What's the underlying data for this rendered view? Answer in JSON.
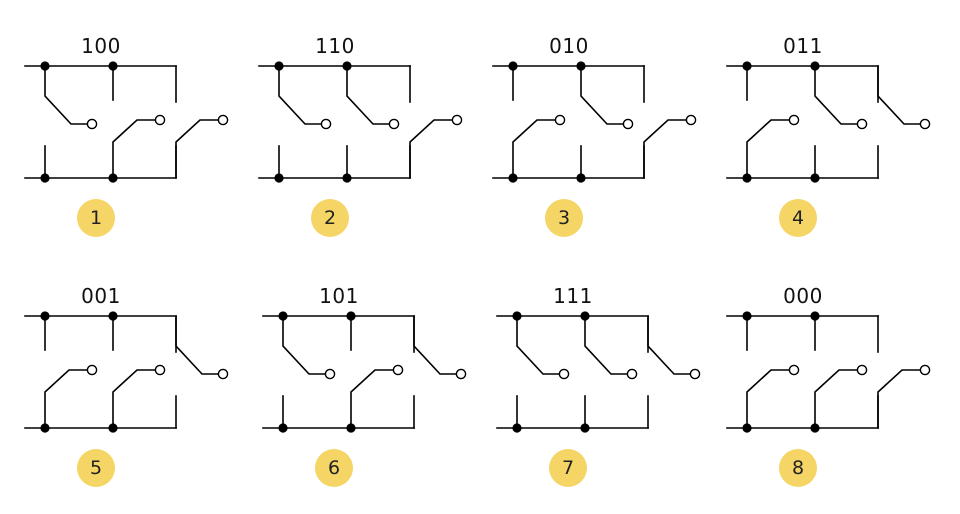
{
  "colors": {
    "line": "#000000",
    "badge_fill": "#f5d565",
    "text": "#111111"
  },
  "diagrams": [
    {
      "code": "100",
      "number": "1",
      "switches": [
        1,
        0,
        0
      ]
    },
    {
      "code": "110",
      "number": "2",
      "switches": [
        1,
        1,
        0
      ]
    },
    {
      "code": "010",
      "number": "3",
      "switches": [
        0,
        1,
        0
      ]
    },
    {
      "code": "011",
      "number": "4",
      "switches": [
        0,
        1,
        1
      ]
    },
    {
      "code": "001",
      "number": "5",
      "switches": [
        0,
        0,
        1
      ]
    },
    {
      "code": "101",
      "number": "6",
      "switches": [
        1,
        0,
        1
      ]
    },
    {
      "code": "111",
      "number": "7",
      "switches": [
        1,
        1,
        1
      ]
    },
    {
      "code": "000",
      "number": "8",
      "switches": [
        0,
        0,
        0
      ]
    }
  ]
}
